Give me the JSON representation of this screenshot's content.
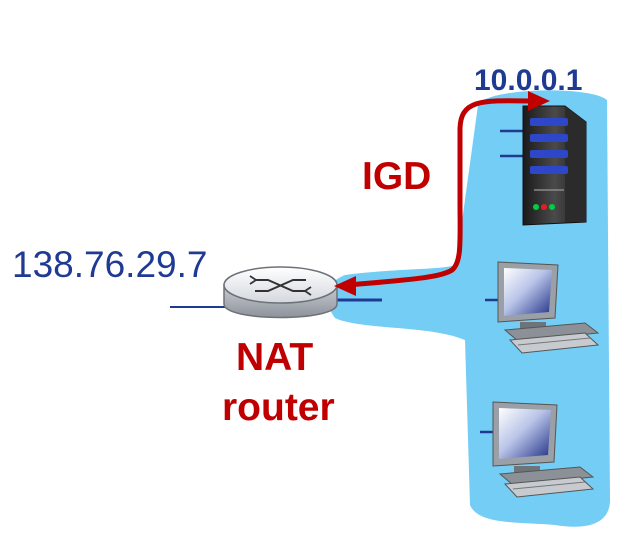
{
  "labels": {
    "server_ip": "10.0.0.1",
    "public_ip": "138.76.29.7",
    "protocol": "IGD",
    "router_line1": "NAT",
    "router_line2": "router"
  },
  "colors": {
    "lan_fill": "#74cdf5",
    "ip_label": "#1f3a93",
    "highlight": "#c00000"
  },
  "icons": {
    "server": "server-tower-icon",
    "router": "router-icon",
    "host": "desktop-computer-icon"
  }
}
